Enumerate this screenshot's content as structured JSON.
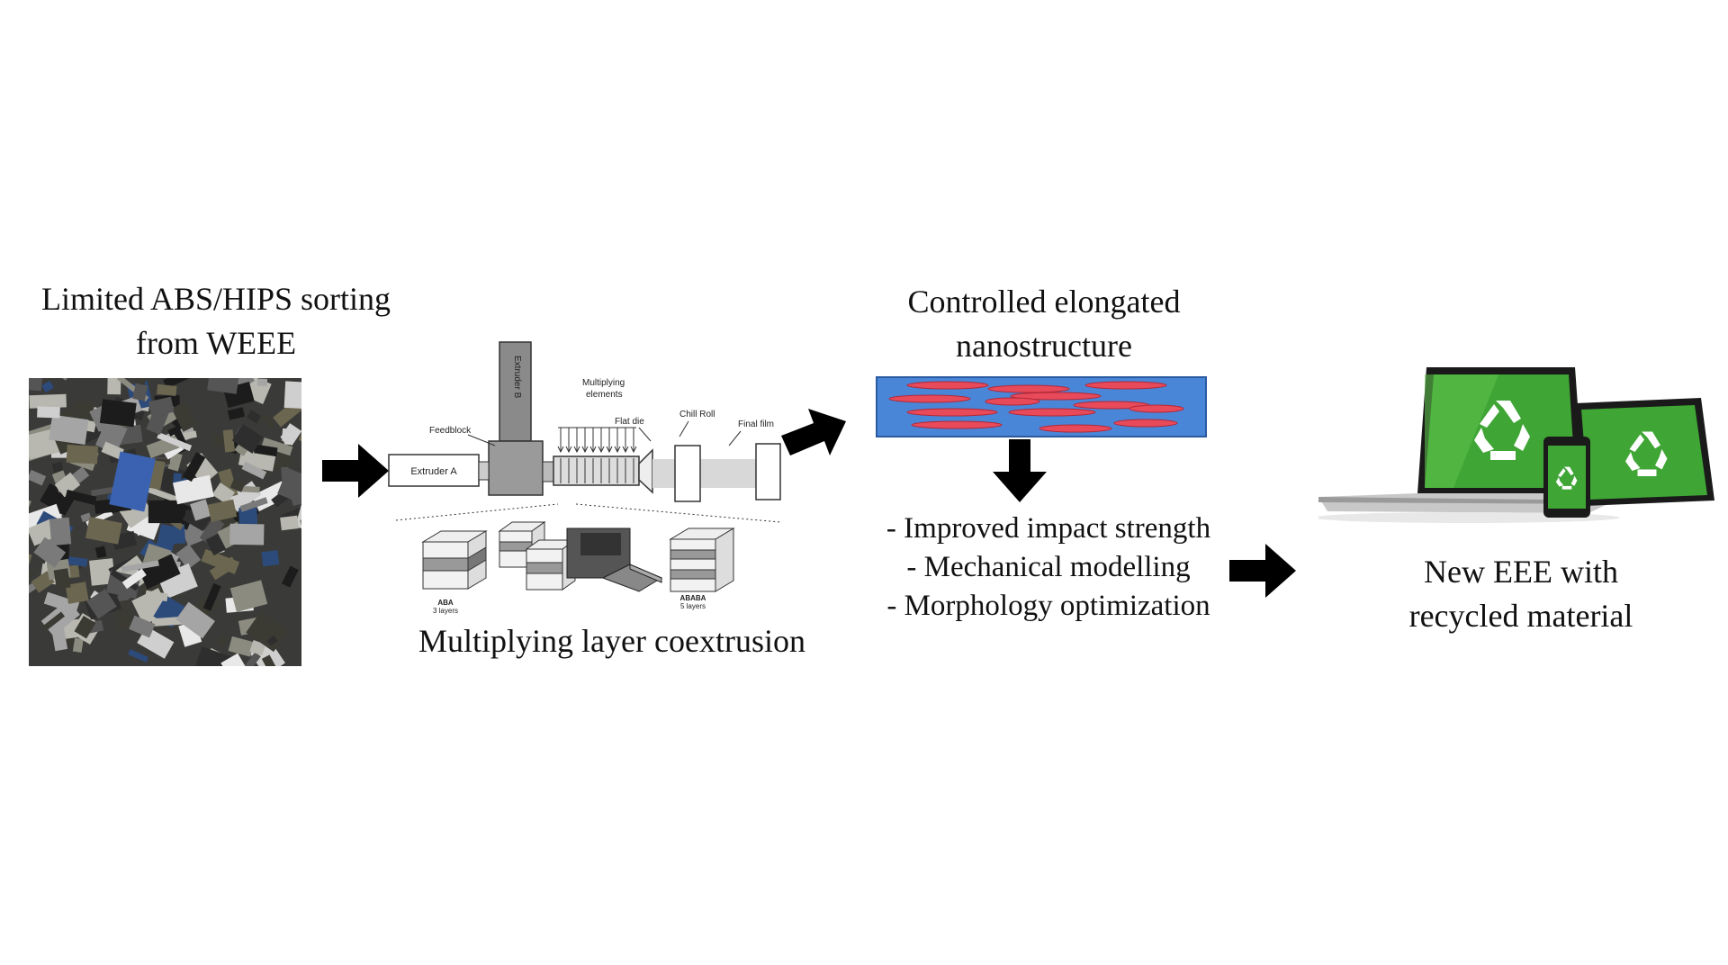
{
  "left": {
    "caption_line1": "Limited ABS/HIPS sorting",
    "caption_line2": "from WEEE"
  },
  "process": {
    "caption": "Multiplying layer coextrusion",
    "labels": {
      "extruder_a": "Extruder A",
      "extruder_b": "Extruder B",
      "feedblock": "Feedblock",
      "multiplying_line1": "Multiplying",
      "multiplying_line2": "elements",
      "flat_die": "Flat die",
      "chill_roll": "Chill Roll",
      "final_film": "Final film",
      "aba_line1": "ABA",
      "aba_line2": "3 layers",
      "ababa_line1": "ABABA",
      "ababa_line2": "5 layers"
    }
  },
  "nanostructure": {
    "caption_line1": "Controlled elongated",
    "caption_line2": "nanostructure",
    "colors": {
      "matrix": "#4a86d8",
      "inclusion": "#e84a5a"
    }
  },
  "outcomes": {
    "items": [
      "- Improved impact strength",
      "- Mechanical modelling",
      "- Morphology optimization"
    ]
  },
  "right": {
    "caption_line1": "New EEE with",
    "caption_line2": "recycled material",
    "icon": "recycle-icon",
    "screen_color": "#3fa535"
  }
}
